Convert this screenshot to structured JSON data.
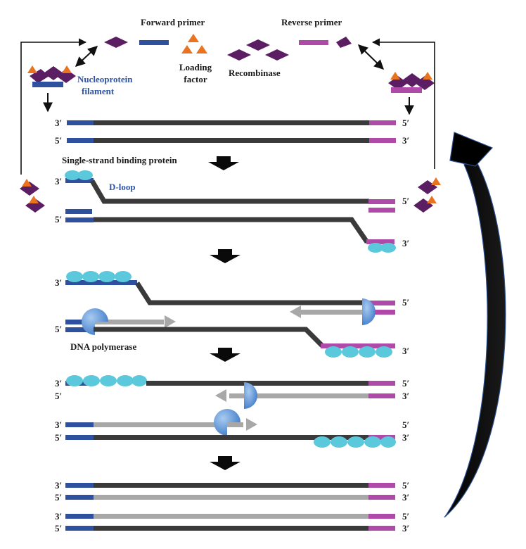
{
  "labels": {
    "forward_primer": "Forward primer",
    "reverse_primer": "Reverse primer",
    "loading_factor_line1": "Loading",
    "loading_factor_line2": "factor",
    "recombinase": "Recombinase",
    "nucleoprotein_line1": "Nucleoprotein",
    "nucleoprotein_line2": "filament",
    "ssb": "Single-strand binding protein",
    "dloop": "D-loop",
    "dna_polymerase": "DNA polymerase"
  },
  "ends": {
    "three_prime": "3′",
    "five_prime": "5′"
  },
  "colors": {
    "template_strand": "#3a3a3a",
    "new_strand": "#a8a8a8",
    "forward_primer": "#2f4f9f",
    "reverse_primer": "#b04aa8",
    "recombinase": "#5b1e63",
    "loading_factor": "#e9731f",
    "ssb": "#5cc8dc",
    "polymerase": "#3c78c8",
    "label_blue": "#2f54a8"
  },
  "icons": {
    "step_arrow": "down-arrow-icon",
    "cycle_arrow": "curved-return-arrow-icon"
  }
}
